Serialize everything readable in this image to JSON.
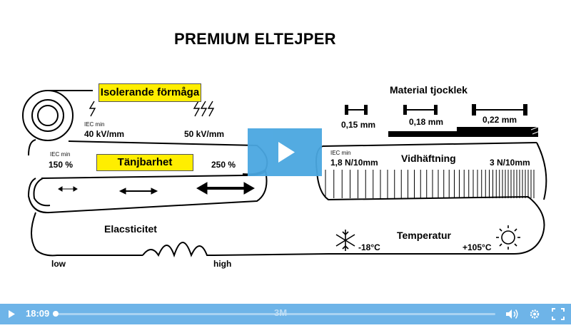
{
  "slide": {
    "title": "PREMIUM ELTEJPER",
    "isolation": {
      "label": "Isolerande förmåga",
      "iec_min": "IEC min",
      "min_value": "40 kV/mm",
      "premium_value": "50 kV/mm"
    },
    "stretch": {
      "label": "Tänjbarhet",
      "iec_min": "IEC min",
      "min_value": "150 %",
      "premium_value": "250 %"
    },
    "elasticity": {
      "label": "Elacsticitet",
      "low": "low",
      "high": "high"
    },
    "thickness": {
      "label": "Material tjocklek",
      "values": [
        "0,15 mm",
        "0,18 mm",
        "0,22 mm"
      ]
    },
    "adhesion": {
      "label": "Vidhäftning",
      "iec_min": "IEC min",
      "min_value": "1,8 N/10mm",
      "premium_value": "3 N/10mm"
    },
    "temperature": {
      "label": "Temperatur",
      "cold": "-18°C",
      "hot": "+105°C"
    }
  },
  "player": {
    "time": "18:09",
    "progress": 0.003,
    "watermark": "3M",
    "accent": "#6eb4e8",
    "icons": [
      "play-icon",
      "volume-icon",
      "gear-icon",
      "fullscreen-icon",
      "big-play-icon"
    ]
  }
}
